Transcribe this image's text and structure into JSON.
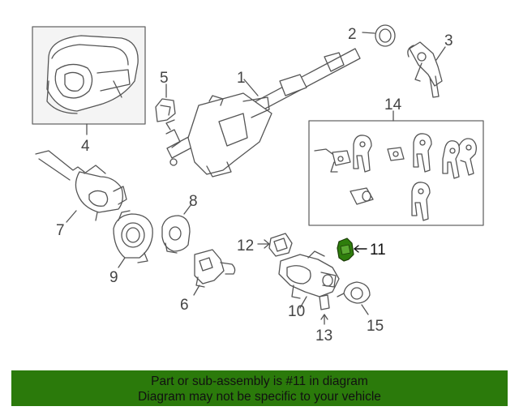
{
  "callouts": {
    "c1": "1",
    "c2": "2",
    "c3": "3",
    "c4": "4",
    "c5": "5",
    "c6": "6",
    "c7": "7",
    "c8": "8",
    "c9": "9",
    "c10": "10",
    "c11": "11",
    "c12": "12",
    "c13": "13",
    "c14": "14",
    "c15": "15"
  },
  "highlight_color": "#2e7d0c",
  "footer": {
    "line1": "Part or sub-assembly is #11 in diagram",
    "line2": "Diagram may not be specific to your vehicle",
    "background": "#2b7a0b"
  }
}
